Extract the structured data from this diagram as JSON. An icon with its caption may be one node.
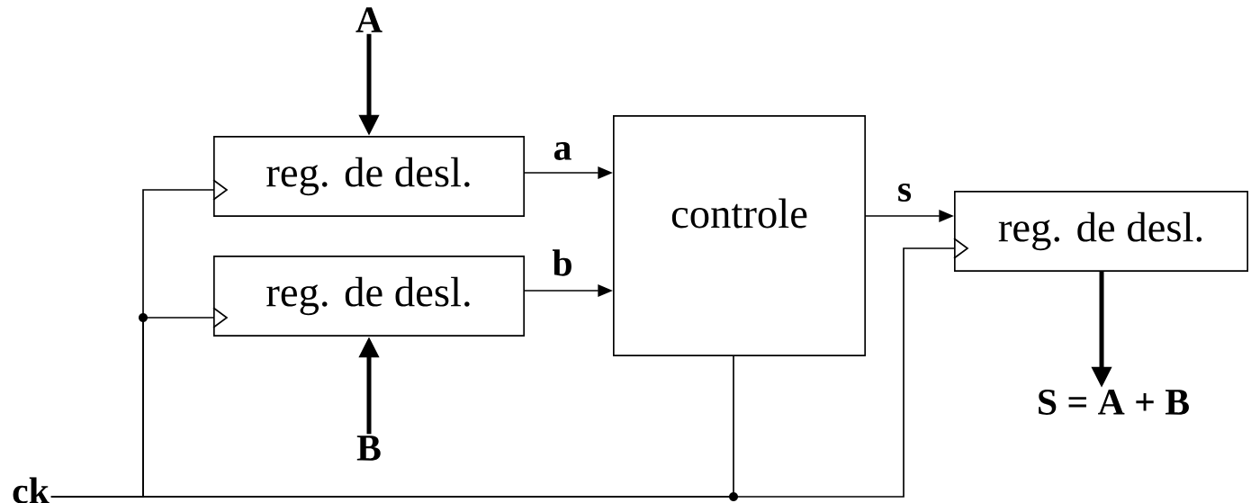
{
  "diagram": {
    "nodes": [
      {
        "text": [
          "reg. de desl."
        ]
      },
      {
        "text": [
          "reg. de desl."
        ]
      },
      {
        "text": [
          "controle"
        ]
      },
      {
        "text": [
          "reg. de desl."
        ]
      },
      {
        "text": [
          "A"
        ]
      },
      {
        "text": [
          "B"
        ]
      },
      {
        "text": [
          "S = A + B"
        ]
      },
      {
        "text": [
          "ck"
        ]
      }
    ],
    "edges": [
      {
        "from": 4,
        "to": 0,
        "arrow": "to",
        "style": "thick"
      },
      {
        "from": 5,
        "to": 1,
        "arrow": "to",
        "style": "thick"
      },
      {
        "from": 0,
        "to": 2,
        "arrow": "to",
        "label": "a"
      },
      {
        "from": 1,
        "to": 2,
        "arrow": "to",
        "label": "b"
      },
      {
        "from": 2,
        "to": 3,
        "arrow": "to",
        "label": "s"
      },
      {
        "from": 3,
        "to": 6,
        "arrow": "to",
        "style": "thick"
      },
      {
        "from": 7,
        "to": 0,
        "arrow": "to"
      },
      {
        "from": 7,
        "to": 1,
        "arrow": "to"
      },
      {
        "from": 7,
        "to": 3,
        "arrow": "to"
      },
      {
        "from": 2,
        "to": 7,
        "arrow": "none"
      }
    ]
  }
}
